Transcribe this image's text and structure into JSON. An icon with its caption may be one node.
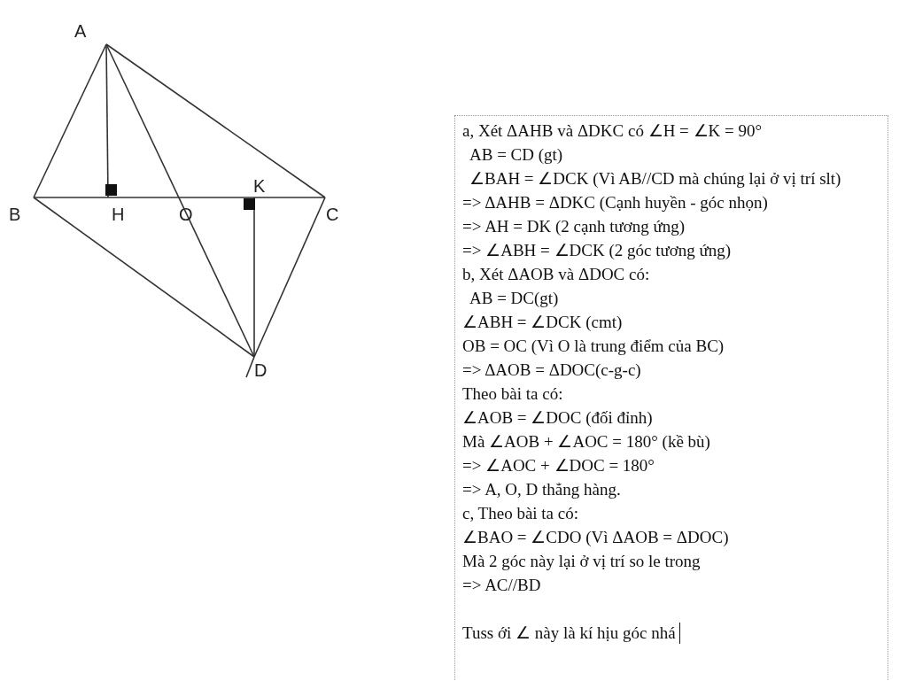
{
  "diagram": {
    "labels": [
      "A",
      "B",
      "H",
      "O",
      "K",
      "C",
      "D",
      "a, Xét ΔAHB và ΔDKC có ∠H = ∠K = 90°",
      "AB = CD (gt)",
      "∠BAH = ∠DCK (Vì AB//CD mà chúng lại ở vị trí slt)",
      "=> ΔAHB = ΔDKC (Cạnh huyền - góc nhọn)",
      "=> AH = DK (2 cạnh tương ứng)",
      "=> ∠ABH = ∠DCK (2 góc tương ứng)",
      "b, Xét ΔAOB và ΔDOC có:",
      "AB = DC(gt)",
      "∠ABH = ∠DCK (cmt)",
      "OB = OC (Vì O là trung điểm của BC)",
      "=> ΔAOB = ΔDOC(c-g-c)",
      "Theo bài ta có:",
      "∠AOB = ∠DOC (đối đỉnh)",
      "Mà ∠AOB + ∠AOC = 180° (kề bù)",
      "=> ∠AOC + ∠DOC = 180°",
      "=> A, O, D thẳng hàng.",
      "c, Theo bài ta có:",
      "∠BAO = ∠CDO (Vì ΔAOB = ΔDOC)",
      "Mà 2 góc này lại ở vị trí so le trong",
      "=> AC//BD",
      "Tuss ới ∠ này là kí hịu góc nhá"
    ]
  }
}
